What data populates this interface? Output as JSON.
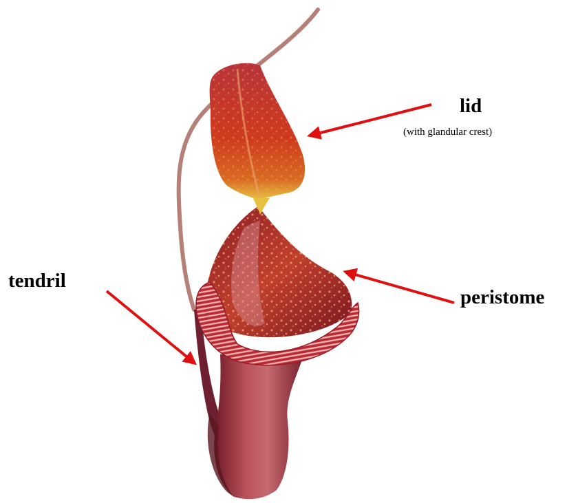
{
  "labels": {
    "lid": "lid",
    "lid_note": "(with glandular crest)",
    "tendril": "tendril",
    "peristome": "peristome"
  },
  "colors": {
    "arrow": "#e01010",
    "pitcher_dark": "#7a1e2a",
    "pitcher_mid": "#b23a44",
    "peristome": "#c8323c",
    "lid_red": "#c92a1e",
    "lid_yellow": "#e8c040",
    "tendril": "#b07a78"
  }
}
